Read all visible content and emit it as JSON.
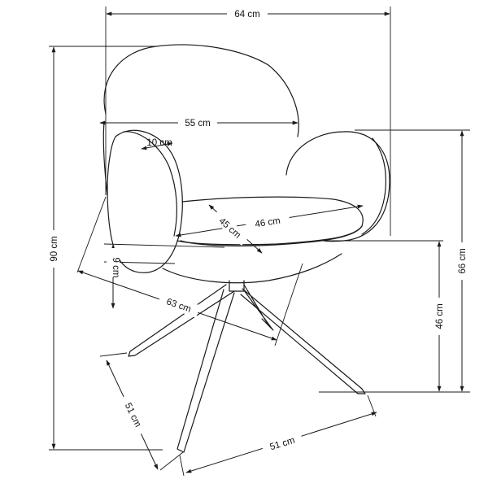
{
  "dimensions": {
    "overall_width": "64 cm",
    "backrest_width": "55 cm",
    "armrest_width": "10 cm",
    "seat_depth": "45 cm",
    "seat_width": "46 cm",
    "overall_height": "90 cm",
    "armrest_height": "66 cm",
    "seat_height": "46 cm",
    "seat_thickness": "9 cm",
    "overall_depth": "63 cm",
    "base_depth": "51 cm",
    "base_width": "51 cm"
  },
  "colors": {
    "line": "#1a1a1a",
    "background": "#ffffff"
  }
}
